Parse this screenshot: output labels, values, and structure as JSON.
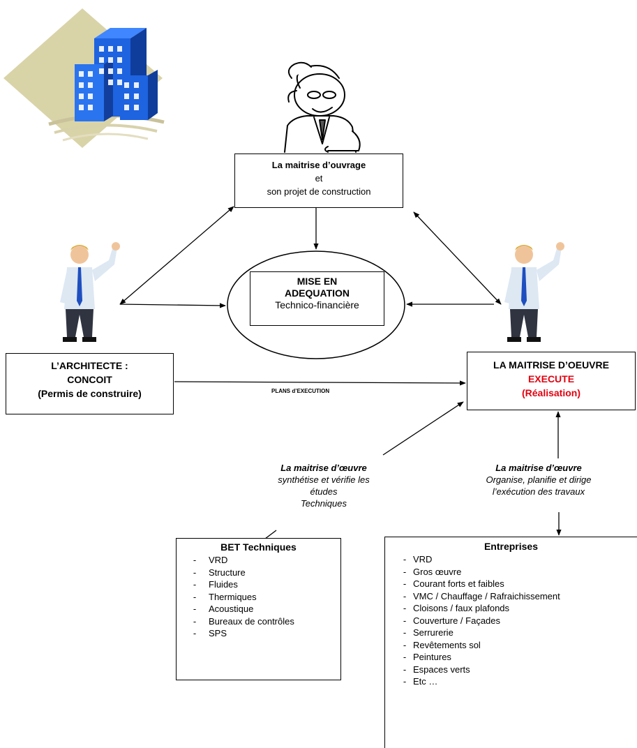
{
  "owner": {
    "title": "La maitrise d’ouvrage",
    "line2": "et",
    "line3": "son projet de construction"
  },
  "adequation": {
    "line1": "MISE EN",
    "line2": "ADEQUATION",
    "line3": "Technico-financière"
  },
  "architect": {
    "line1": "L’ARCHITECTE :",
    "line2": "CONCOIT",
    "line3": "(Permis de construire)"
  },
  "moe": {
    "line1": "LA MAITRISE D’OEUVRE",
    "line2": "EXECUTE",
    "line3": "(Réalisation)"
  },
  "plans_label": "PLANS d’EXECUTION",
  "note_left": {
    "title": "La maitrise d’œuvre",
    "line2": "synthétise et vérifie les",
    "line3": "études",
    "line4": "Techniques"
  },
  "note_right": {
    "title": "La maitrise d’œuvre",
    "line2": "Organise, planifie et dirige",
    "line3": "l’exécution des travaux"
  },
  "bet": {
    "title": "BET Techniques",
    "dash": "-",
    "items": [
      "VRD",
      "Structure",
      "Fluides",
      "Thermiques",
      "Acoustique",
      "Bureaux de contrôles",
      "SPS"
    ]
  },
  "entreprises": {
    "title": "Entreprises",
    "dash": "-",
    "items": [
      "VRD",
      "Gros œuvre",
      "Courant forts et faibles",
      "VMC / Chauffage / Rafraichissement",
      "Cloisons / faux plafonds",
      "Couverture / Façades",
      "Serrurerie",
      "Revêtements sol",
      "Peintures",
      "Espaces verts",
      "Etc …"
    ]
  },
  "colors": {
    "accent_red": "#e3000f",
    "building_blue": "#1e63e0",
    "diamond_beige": "#d9d3a8",
    "shirt_blue": "#dde8f3",
    "tie_blue": "#1f4fbf"
  },
  "icons": [
    "buildings-icon",
    "thinking-man-icon",
    "businessman-icon"
  ]
}
